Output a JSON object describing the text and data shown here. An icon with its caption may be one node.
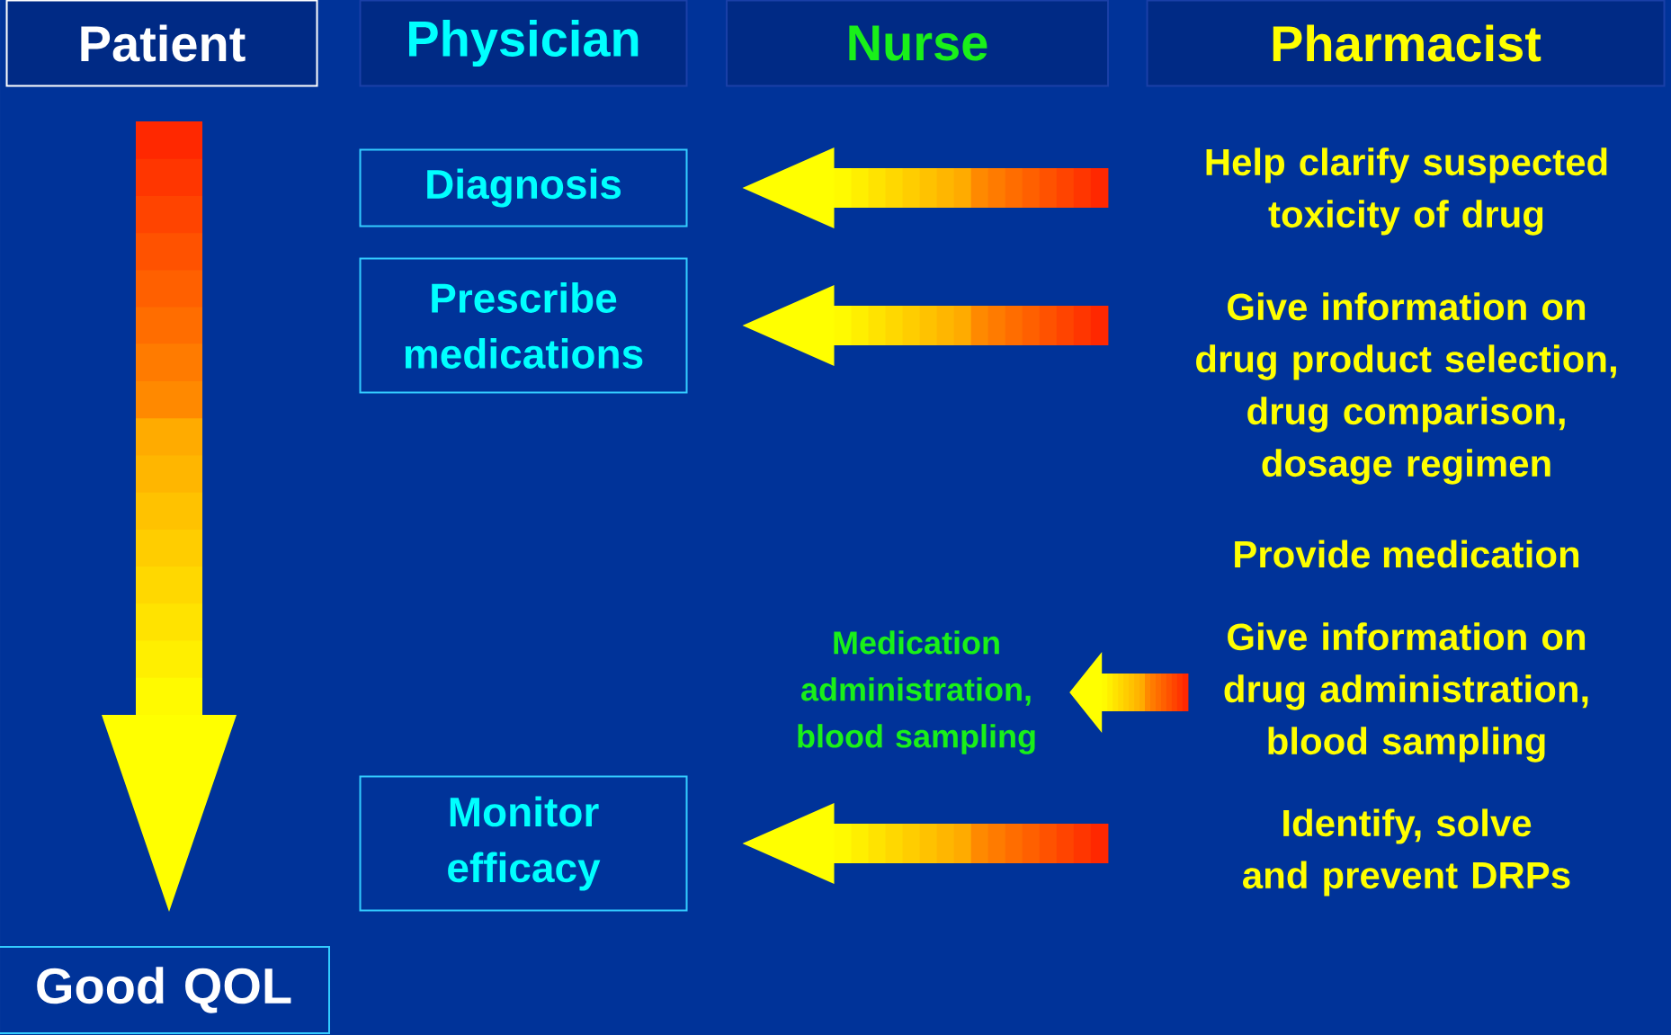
{
  "diagram": {
    "nodes": [
      {
        "text": [
          "Patient"
        ]
      },
      {
        "text": [
          "Physician"
        ]
      },
      {
        "text": [
          "Nurse"
        ]
      },
      {
        "text": [
          "Pharmacist"
        ]
      },
      {
        "text": [
          "Diagnosis"
        ]
      },
      {
        "text": [
          "Help clarify suspected toxicity of drug"
        ]
      },
      {
        "text": [
          "Prescribe medications"
        ]
      },
      {
        "text": [
          "Give information on drug product selection, drug comparison, dosage regimen"
        ]
      },
      {
        "text": [
          "Medication administration, blood sampling"
        ]
      },
      {
        "text": [
          "Give information on drug administration, blood sampling"
        ]
      },
      {
        "text": [
          "Monitor efficacy"
        ]
      },
      {
        "text": [
          "Identify, solve and prevent DRPs"
        ]
      },
      {
        "text": [
          "Good QOL"
        ]
      }
    ],
    "edges": [
      {
        "from": 0,
        "to": 12,
        "arrow": "to"
      },
      {
        "from": 5,
        "to": 4,
        "arrow": "to"
      },
      {
        "from": 7,
        "to": 6,
        "arrow": "to"
      },
      {
        "from": 9,
        "to": 8,
        "arrow": "to"
      },
      {
        "from": 11,
        "to": 10,
        "arrow": "to"
      }
    ],
    "labels": [
      "Provide medication"
    ]
  }
}
